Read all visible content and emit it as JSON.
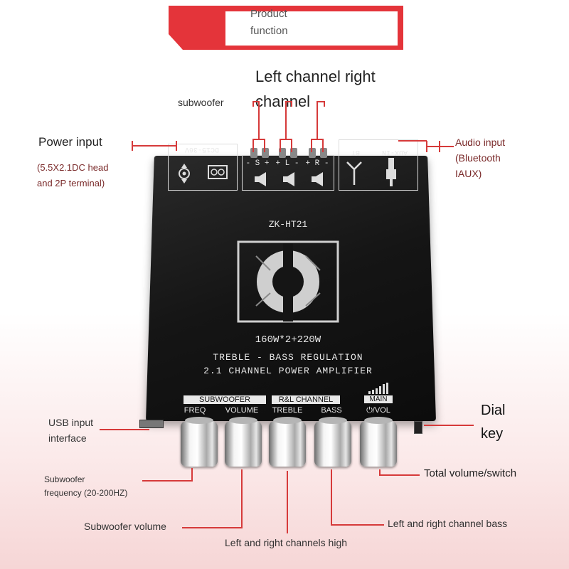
{
  "header": {
    "line1": "Product",
    "line2": "function"
  },
  "labels": {
    "channels_line1": "Left channel right",
    "channels_line2": "channel",
    "subwoofer": "subwoofer",
    "power_input": "Power input",
    "power_detail_line1": "(5.5X2.1DC head",
    "power_detail_line2": "and 2P terminal)",
    "audio_input_line1": "Audio input",
    "audio_input_line2": "(Bluetooth",
    "audio_input_line3": "IAUX)",
    "usb_line1": "USB input",
    "usb_line2": "interface",
    "dial_line1": "Dial",
    "dial_line2": "key",
    "total_volume": "Total volume/switch",
    "sub_freq_line1": "Subwoofer",
    "sub_freq_line2": "frequency (20-200HZ)",
    "sub_volume": "Subwoofer volume",
    "lr_bass": "Left and right channel bass",
    "lr_high": "Left and right channels high"
  },
  "board": {
    "model": "ZK-HT21",
    "power_rating": "160W*2+220W",
    "spec_line1": "TREBLE - BASS REGULATION",
    "spec_line2": "2.1 CHANNEL POWER AMPLIFIER",
    "dc_label": "DC15-36V",
    "bt_label": "BT",
    "aux_label": "AUX-IN",
    "terminals": {
      "sub": "- S +",
      "left": "+ L -",
      "right": "+ R -"
    },
    "section_subwoofer": "SUBWOOFER",
    "section_rl": "R&L CHANNEL",
    "section_main": "MAIN",
    "knob_freq": "FREQ",
    "knob_volume": "VOLUME",
    "knob_treble": "TREBLE",
    "knob_bass": "BASS",
    "knob_vol": "⏻/VOL"
  },
  "colors": {
    "accent": "#d63a3a",
    "board": "#151515"
  }
}
